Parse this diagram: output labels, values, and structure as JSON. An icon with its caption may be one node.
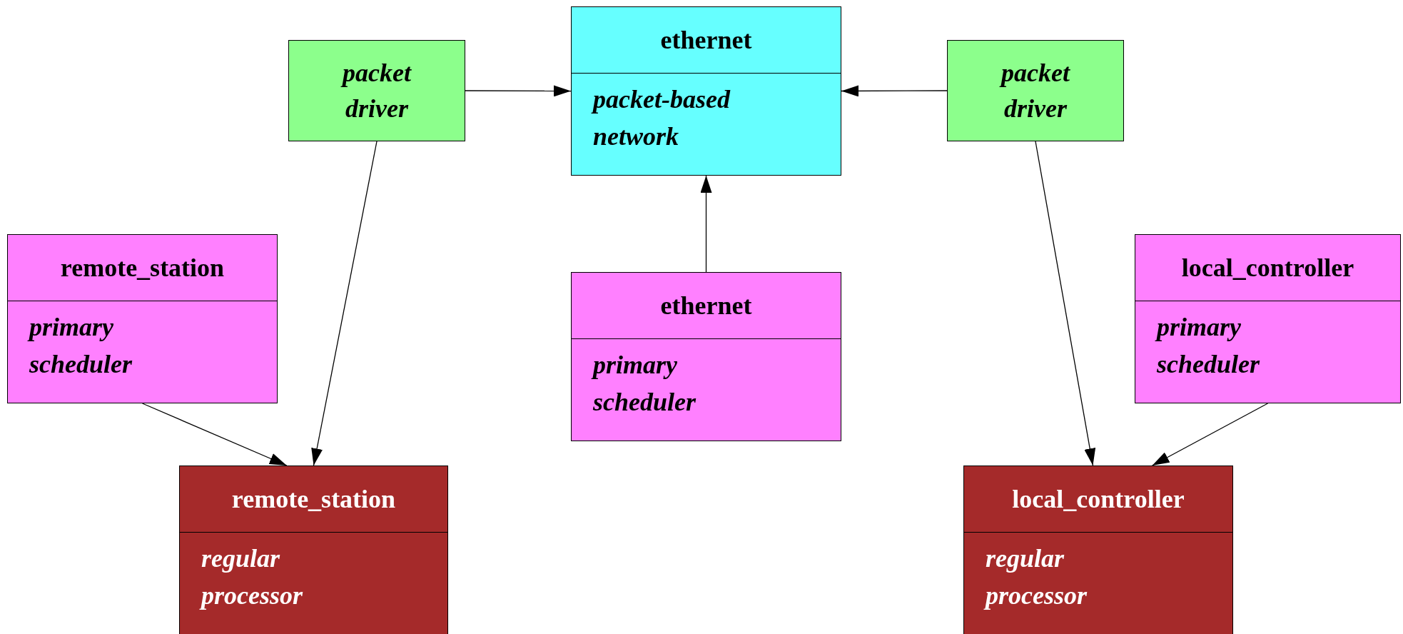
{
  "diagram": {
    "nodes": [
      {
        "text": [
          "packet driver"
        ]
      },
      {
        "text": [
          "ethernet",
          "packet-based network"
        ]
      },
      {
        "text": [
          "packet driver"
        ]
      },
      {
        "text": [
          "remote_station",
          "primary scheduler"
        ]
      },
      {
        "text": [
          "ethernet",
          "primary scheduler"
        ]
      },
      {
        "text": [
          "local_controller",
          "primary scheduler"
        ]
      },
      {
        "text": [
          "remote_station",
          "regular processor"
        ]
      },
      {
        "text": [
          "local_controller",
          "regular processor"
        ]
      }
    ],
    "edges": [
      {
        "from": 0,
        "to": 1,
        "arrow": "to"
      },
      {
        "from": 2,
        "to": 1,
        "arrow": "to"
      },
      {
        "from": 4,
        "to": 1,
        "arrow": "to"
      },
      {
        "from": 0,
        "to": 6,
        "arrow": "to"
      },
      {
        "from": 3,
        "to": 6,
        "arrow": "to"
      },
      {
        "from": 2,
        "to": 7,
        "arrow": "to"
      },
      {
        "from": 5,
        "to": 7,
        "arrow": "to"
      }
    ]
  }
}
